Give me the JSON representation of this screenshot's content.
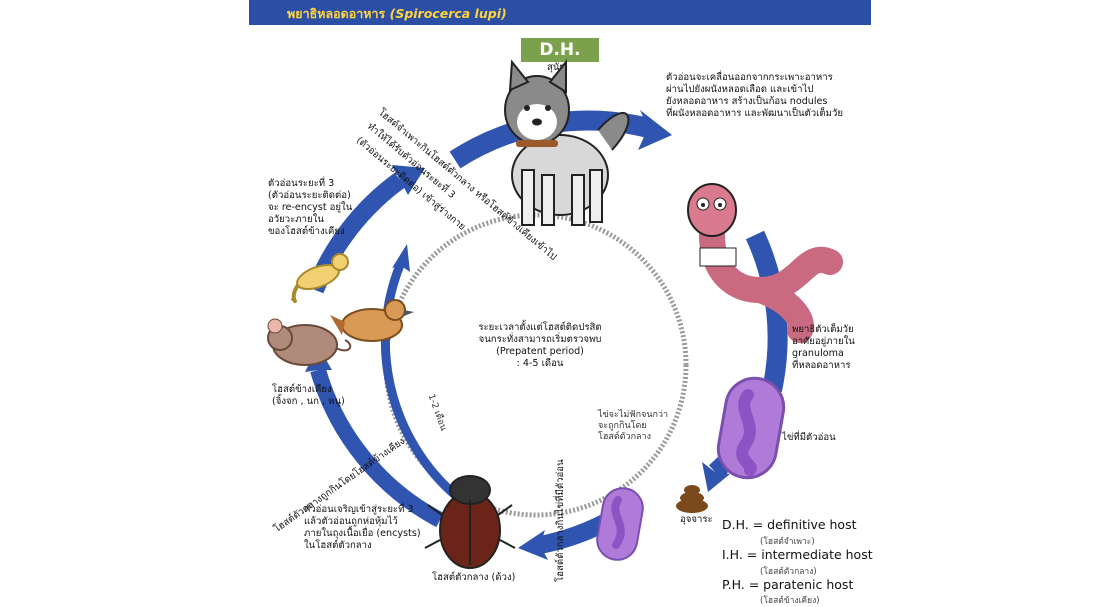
{
  "header": {
    "title_thai": "พยาธิหลอดอาหาร",
    "title_sci": "(Spirocerca lupi)"
  },
  "dh_box": "D.H.",
  "dog_label": "สุนัข",
  "notes": {
    "larva_migration": "ตัวอ่อนจะเคลื่อนออกจากกระเพาะอาหาร\nผ่านไปยังผนังหลอดเลือด และเข้าไป\nยังหลอดอาหาร สร้างเป็นก้อน nodules\nที่ผนังหลอดอาหาร และพัฒนาเป็นตัวเต็มวัย",
    "adult_worm": "พยาธิตัวเต็มวัย\nอาศัยอยู่ภายใน\ngranuloma\nที่หลอดอาหาร",
    "egg_with_larva": "ไข่ที่มีตัวอ่อน",
    "feces": "อุจจาระ",
    "egg_not_hatch": "ไข่จะไม่ฟักจนกว่า\nจะถูกกินโดย\nโฮสต์ตัวกลาง",
    "prepatent": "ระยะเวลาตั้งแต่โฮสต์ติดปรสิต\nจนกระทั่งสามารถเริ่มตรวจพบ\n(Prepatent period)\n: 4-5 เดือน",
    "months_1_2": "1-2 เดือน",
    "eaten_by_ih": "โฮสต์ตัวกลางกินไข่ที่มีตัวอ่อน",
    "ih_label": "โฮสต์ตัวกลาง (ด้วง)",
    "l3_encyst": "ตัวอ่อนเจริญเข้าสู่ระยะที่ 3\nแล้วตัวอ่อนถูกห่อหุ้มไว้\nภายในถุงเนื้อเยื่อ (encysts)\nในโฮสต์ตัวกลาง",
    "ih_eaten_by_ph": "โฮสต์ตัวกลางถูกกินโดยโฮสต์ข้างเคียง",
    "ph_label": "โฮสต์ข้างเคียง\n(จิ้งจก , นก , หนู)",
    "l3_reencyst": "ตัวอ่อนระยะที่ 3\n(ตัวอ่อนระยะติดต่อ)\nจะ re-encyst อยู่ใน\nอวัยวะภายใน\nของโฮสต์ข้างเคียง",
    "dh_eats": "โฮสต์จำเพาะกินโฮสต์ตัวกลาง หรือโฮสต์ข้างเคียงเข้าไป",
    "dh_eats_2": "ทำให้ได้รับตัวอ่อนระยะที่ 3",
    "dh_eats_3": "(ตัวอ่อนระยะติดต่อ) เข้าสู่ร่างกาย"
  },
  "legend": [
    {
      "abbr": "D.H. = definitive host",
      "thai": "(โฮสต์จำเพาะ)"
    },
    {
      "abbr": "I.H. = intermediate host",
      "thai": "(โฮสต์ตัวกลาง)"
    },
    {
      "abbr": "P.H. = paratenic host",
      "thai": "(โฮสต์ข้างเคียง)"
    }
  ],
  "colors": {
    "header_bg": "#2c4fa6",
    "header_text": "#ffd43a",
    "cycle_arrow": "#2f55b0",
    "dh_box": "#7ba14c",
    "egg_fill": "#b07ad8",
    "worm_fill": "#d97a8f",
    "dashed_ring": "#999999"
  },
  "icons": [
    "dog-icon",
    "worm-icon",
    "egg-icon",
    "feces-icon",
    "beetle-icon",
    "lizard-icon",
    "bird-icon",
    "mouse-icon"
  ]
}
